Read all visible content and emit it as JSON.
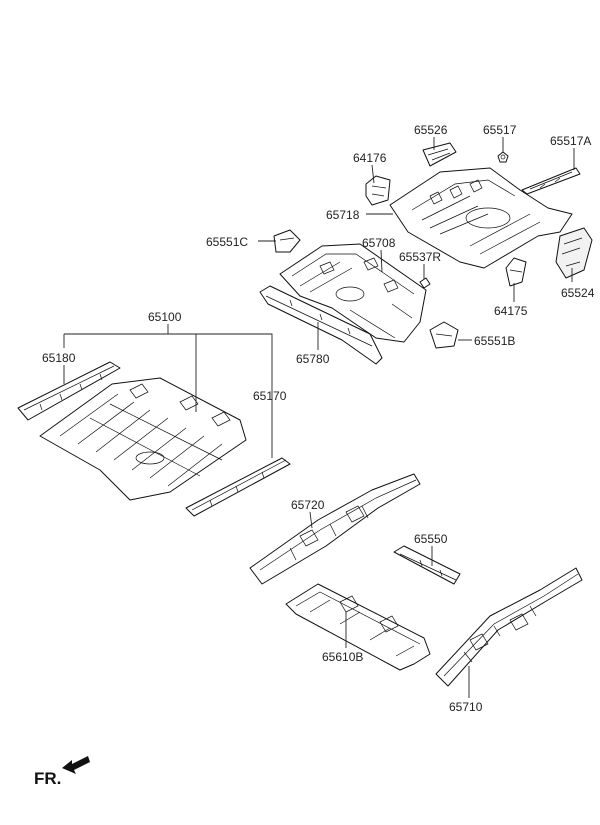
{
  "callouts": {
    "p65526": "65526",
    "p65517": "65517",
    "p65517A": "65517A",
    "p64176": "64176",
    "p65718": "65718",
    "p65551C": "65551C",
    "p65708": "65708",
    "p65537R": "65537R",
    "p64175": "64175",
    "p65524": "65524",
    "p65551B": "65551B",
    "p65780": "65780",
    "p65100": "65100",
    "p65180": "65180",
    "p65170": "65170",
    "p65720": "65720",
    "p65550": "65550",
    "p65610B": "65610B",
    "p65710": "65710"
  },
  "direction": {
    "label": "FR."
  }
}
